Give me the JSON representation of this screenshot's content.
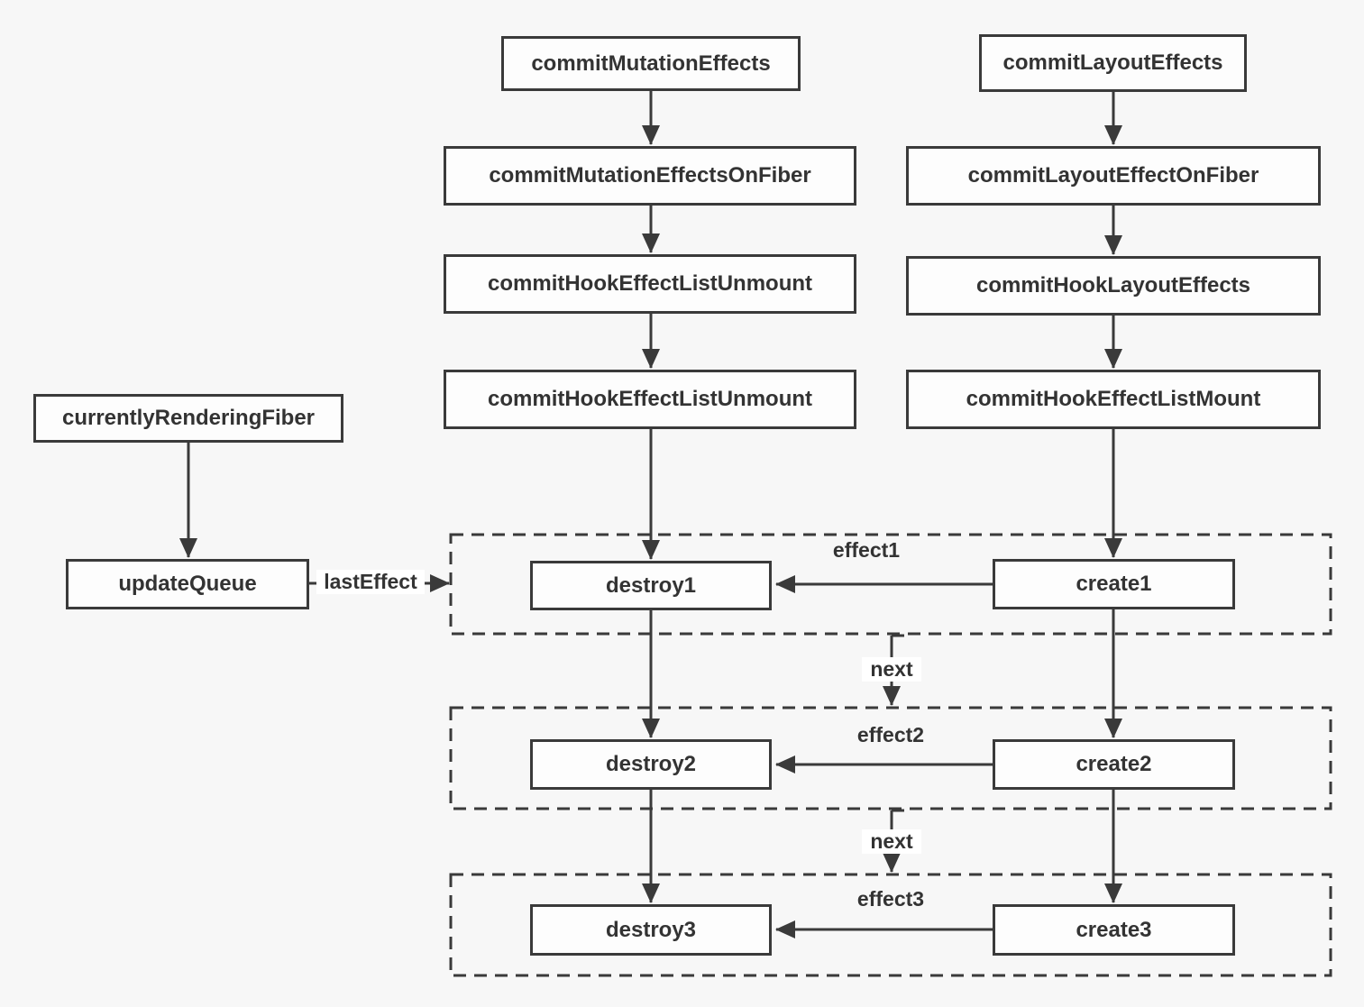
{
  "nodes": {
    "commit_mutation_effects": "commitMutationEffects",
    "commit_mutation_effects_on_fiber": "commitMutationEffectsOnFiber",
    "commit_hook_effect_list_unmount_a": "commitHookEffectListUnmount",
    "commit_hook_effect_list_unmount_b": "commitHookEffectListUnmount",
    "commit_layout_effects": "commitLayoutEffects",
    "commit_layout_effect_on_fiber": "commitLayoutEffectOnFiber",
    "commit_hook_layout_effects": "commitHookLayoutEffects",
    "commit_hook_effect_list_mount": "commitHookEffectListMount",
    "currently_rendering_fiber": "currentlyRenderingFiber",
    "update_queue": "updateQueue",
    "destroy1": "destroy1",
    "create1": "create1",
    "destroy2": "destroy2",
    "create2": "create2",
    "destroy3": "destroy3",
    "create3": "create3"
  },
  "group_labels": {
    "effect1": "effect1",
    "effect2": "effect2",
    "effect3": "effect3"
  },
  "edge_labels": {
    "last_effect": "lastEffect",
    "next_1": "next",
    "next_2": "next"
  },
  "colors": {
    "background": "#f7f7f7",
    "node_fill": "#fdfdfd",
    "line": "#3a3a3a",
    "text": "#333333"
  }
}
